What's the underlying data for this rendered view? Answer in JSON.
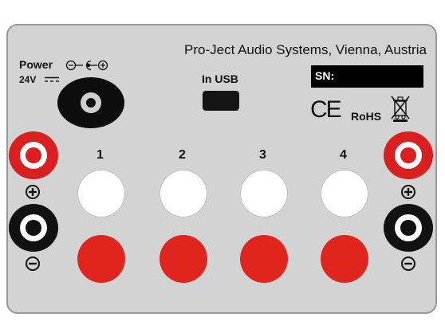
{
  "header": {
    "brand_text": "Pro-Ject Audio Systems, Vienna, Austria"
  },
  "power": {
    "label": "Power",
    "voltage": "24V",
    "icons": [
      "dc-symbol-icon",
      "polarity-icon"
    ]
  },
  "usb": {
    "label": "In USB"
  },
  "serial": {
    "label": "SN:",
    "value": ""
  },
  "certifications": {
    "ce": "CE",
    "rohs": "RoHS",
    "icons": [
      "ce-mark-icon",
      "weee-bin-icon"
    ]
  },
  "inputs": [
    {
      "number": "1"
    },
    {
      "number": "2"
    },
    {
      "number": "3"
    },
    {
      "number": "4"
    }
  ],
  "speaker_terminals": {
    "icons": [
      "plus-icon",
      "minus-icon"
    ],
    "colors": {
      "positive": "#d91f1f",
      "negative": "#111111"
    }
  },
  "colors": {
    "panel": "#d3d3d3",
    "rca_left": "#ffffff",
    "rca_right": "#e0251f"
  }
}
